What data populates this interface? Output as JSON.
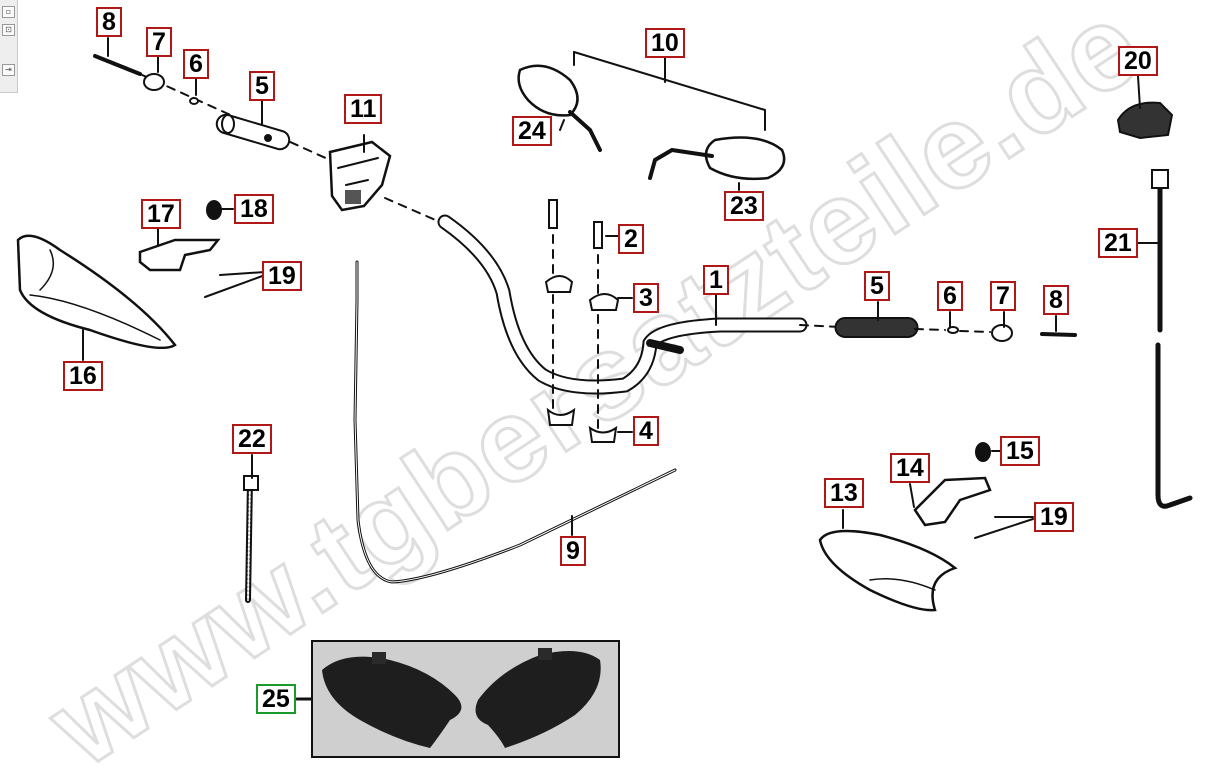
{
  "watermark": {
    "text": "www.tgbersatzteile.de",
    "color": "#e6e6e6"
  },
  "toolbar": {
    "icons": [
      "checkbox-icon",
      "expand-icon",
      "arrow-right-icon"
    ]
  },
  "callouts": [
    {
      "id": "c8a",
      "label": "8"
    },
    {
      "id": "c7a",
      "label": "7"
    },
    {
      "id": "c6a",
      "label": "6"
    },
    {
      "id": "c5a",
      "label": "5"
    },
    {
      "id": "c11",
      "label": "11"
    },
    {
      "id": "c10",
      "label": "10"
    },
    {
      "id": "c24",
      "label": "24"
    },
    {
      "id": "c23",
      "label": "23"
    },
    {
      "id": "c20",
      "label": "20"
    },
    {
      "id": "c17",
      "label": "17"
    },
    {
      "id": "c18",
      "label": "18"
    },
    {
      "id": "c19a",
      "label": "19"
    },
    {
      "id": "c16",
      "label": "16"
    },
    {
      "id": "c2",
      "label": "2"
    },
    {
      "id": "c3",
      "label": "3"
    },
    {
      "id": "c4",
      "label": "4"
    },
    {
      "id": "c1",
      "label": "1"
    },
    {
      "id": "c5b",
      "label": "5"
    },
    {
      "id": "c6b",
      "label": "6"
    },
    {
      "id": "c7b",
      "label": "7"
    },
    {
      "id": "c8b",
      "label": "8"
    },
    {
      "id": "c21",
      "label": "21"
    },
    {
      "id": "c22",
      "label": "22"
    },
    {
      "id": "c9",
      "label": "9"
    },
    {
      "id": "c13",
      "label": "13"
    },
    {
      "id": "c14",
      "label": "14"
    },
    {
      "id": "c15",
      "label": "15"
    },
    {
      "id": "c19b",
      "label": "19"
    },
    {
      "id": "c25",
      "label": "25"
    }
  ],
  "colors": {
    "callout_border": "#b01818",
    "callout_border_photo": "#1a9a2a",
    "line": "#111111",
    "photo_bg": "#cfcfcf"
  }
}
